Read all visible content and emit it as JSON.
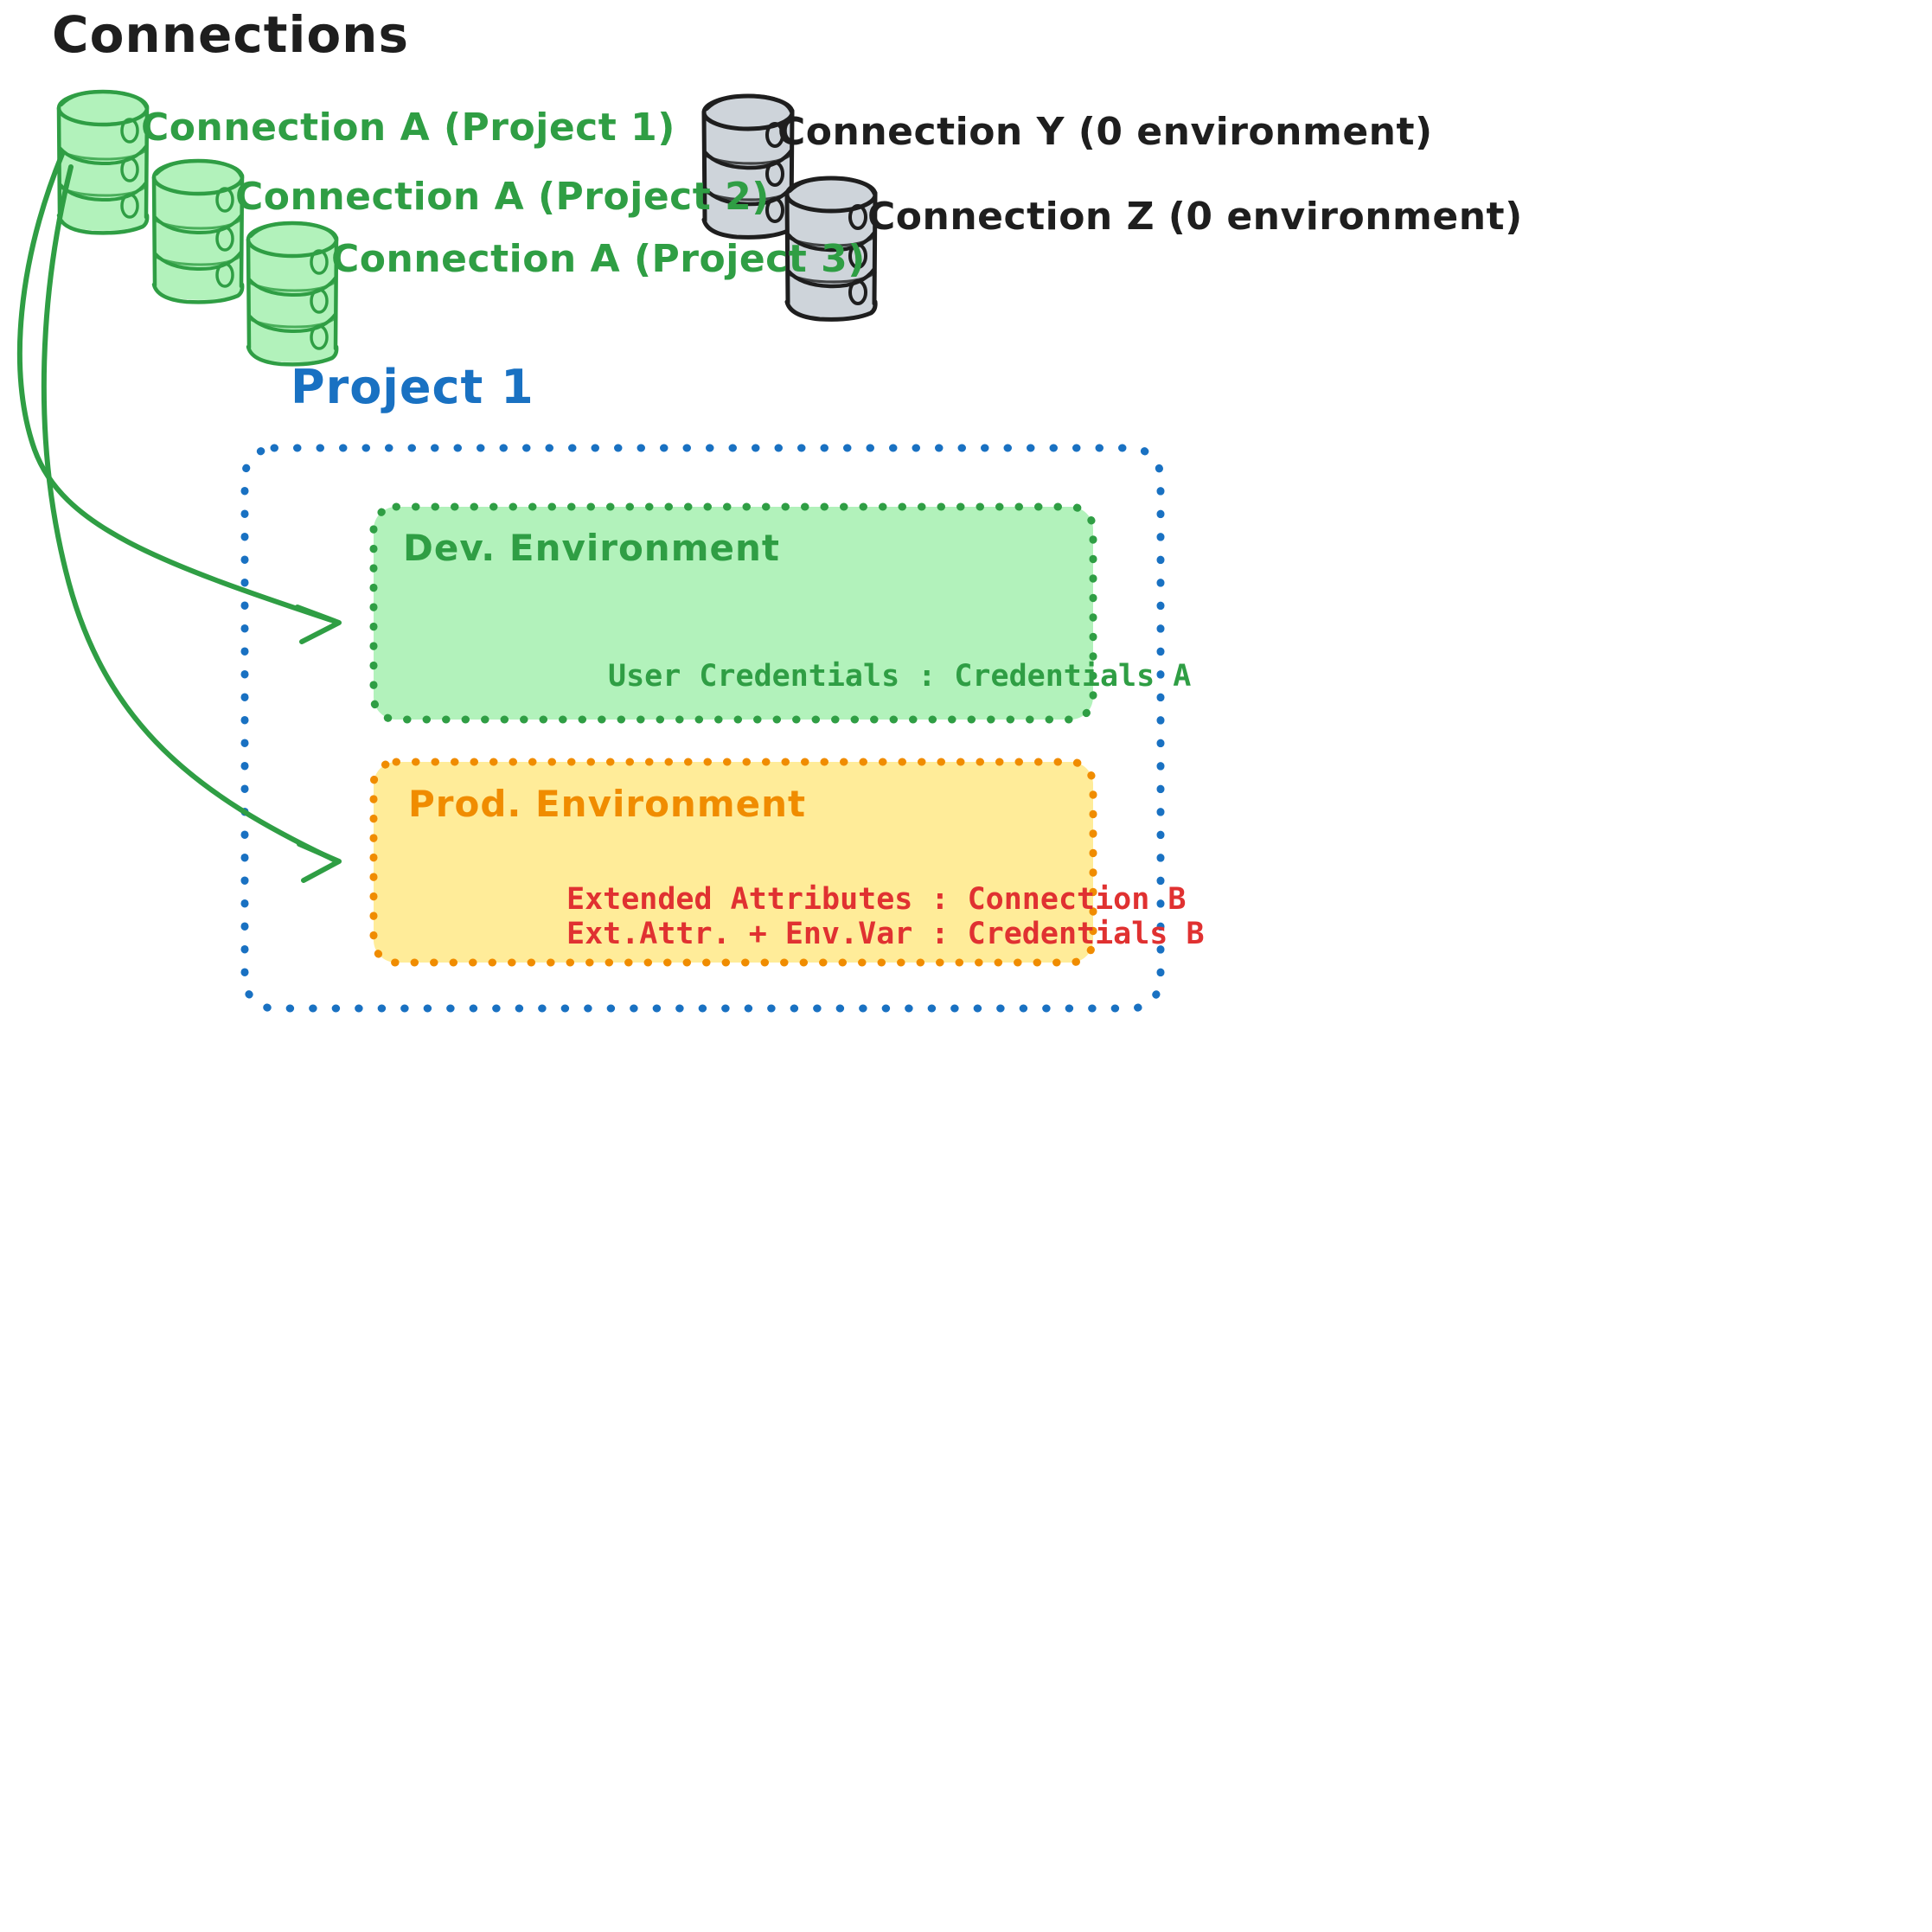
{
  "diagram": {
    "title": "Connections",
    "connections_green": [
      {
        "label": "Connection A (Project 1)",
        "icon": "database-cylinder-icon",
        "color": "#2f9e44"
      },
      {
        "label": "Connection A (Project 2)",
        "icon": "database-cylinder-icon",
        "color": "#2f9e44"
      },
      {
        "label": "Connection A (Project 3)",
        "icon": "database-cylinder-icon",
        "color": "#2f9e44"
      }
    ],
    "connections_gray": [
      {
        "label": "Connection Y (0 environment)",
        "icon": "database-cylinder-icon",
        "color": "#1e1e1e"
      },
      {
        "label": "Connection Z (0 environment)",
        "icon": "database-cylinder-icon",
        "color": "#1e1e1e"
      }
    ],
    "project": {
      "title": "Project 1",
      "border_color": "#1971c2",
      "environments": [
        {
          "name": "Dev. Environment",
          "fill": "#b2f2bb",
          "stroke": "#2f9e44",
          "rows": [
            "User Credentials : Credentials A"
          ]
        },
        {
          "name": "Prod. Environment",
          "fill": "#ffec99",
          "stroke": "#f08c00",
          "rows": [
            "Extended Attributes : Connection B",
            "Ext.Attr. + Env.Var : Credentials B"
          ]
        }
      ]
    },
    "arrows": [
      {
        "name": "arrow-connection-a-to-dev",
        "from": "Connection A (Project 1)",
        "to": "Dev. Environment",
        "color": "#2f9e44"
      },
      {
        "name": "arrow-connection-a-to-prod",
        "from": "Connection A (Project 1)",
        "to": "Prod. Environment",
        "color": "#2f9e44"
      }
    ]
  }
}
